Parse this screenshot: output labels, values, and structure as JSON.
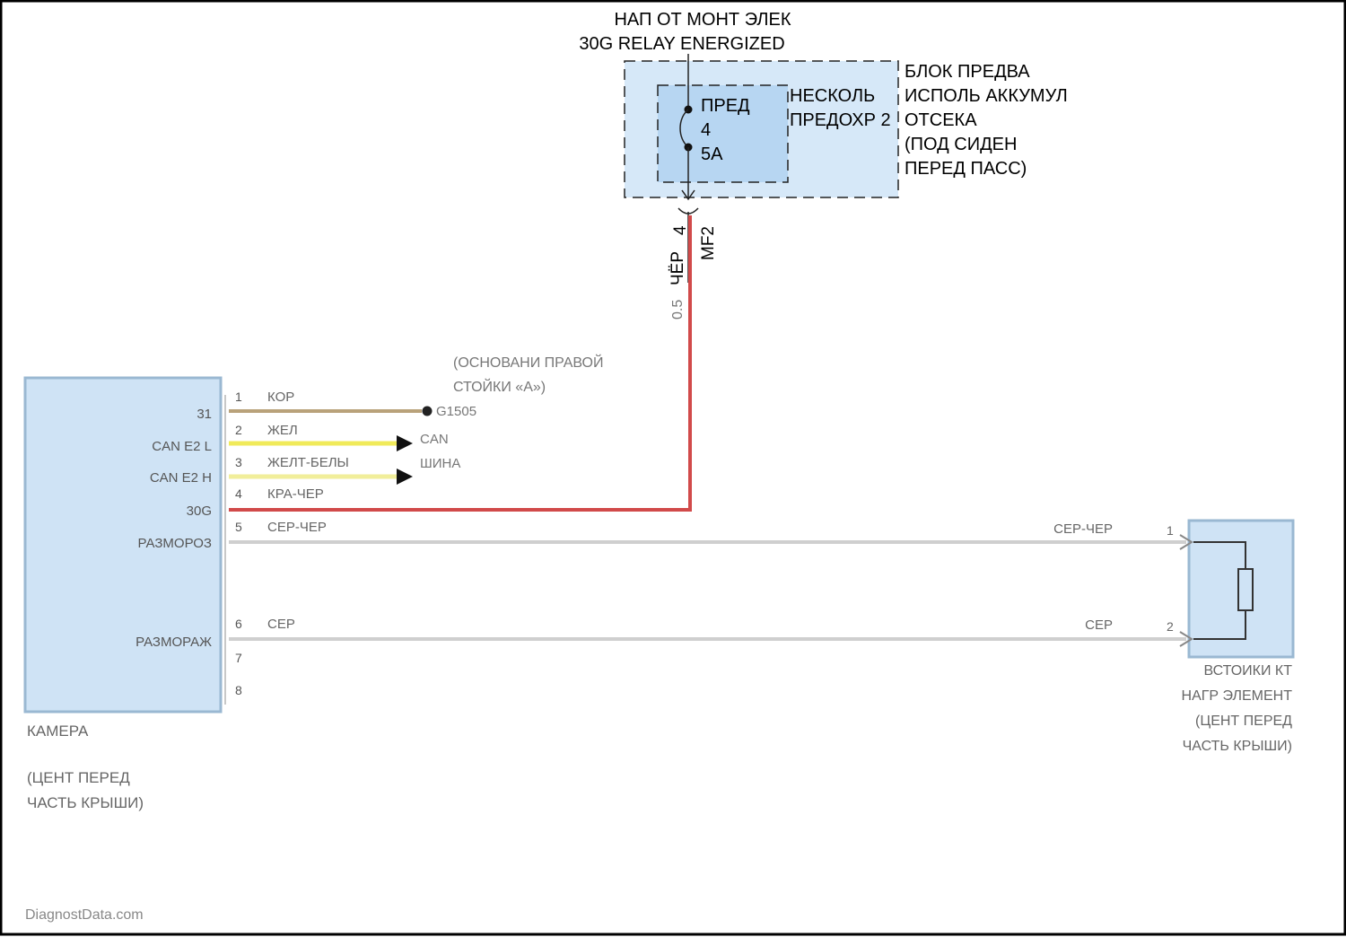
{
  "header": {
    "supply_line1": "НАП ОТ МОНТ ЭЛЕК",
    "supply_line2": "30G RELAY ENERGIZED"
  },
  "fuse_block": {
    "label_lines": [
      "БЛОК ПРЕДВА",
      "ИСПОЛЬ АККУМУЛ",
      "ОТСЕКА",
      "(ПОД СИДЕН",
      "ПЕРЕД ПАСС)"
    ],
    "group_label_lines": [
      "НЕСКОЛЬ",
      "ПРЕДОХР 2"
    ],
    "fuse_lines": [
      "ПРЕД",
      "4",
      "5A"
    ]
  },
  "feed_wire": {
    "pin": "4",
    "connector": "MF2",
    "color_label": "ЧЁР",
    "wire_size": "0.5"
  },
  "camera": {
    "name": "КАМЕРА",
    "location_lines": [
      "(ЦЕНТ ПЕРЕД",
      "ЧАСТЬ КРЫШИ)"
    ],
    "pins": [
      {
        "num": "1",
        "signal": "31",
        "wire": "КОР"
      },
      {
        "num": "2",
        "signal": "CAN E2 L",
        "wire": "ЖЕЛ"
      },
      {
        "num": "3",
        "signal": "CAN E2 H",
        "wire": "ЖЕЛТ-БЕЛЫ"
      },
      {
        "num": "4",
        "signal": "30G",
        "wire": "КРА-ЧЕР"
      },
      {
        "num": "5",
        "signal": "РАЗМОРОЗ",
        "wire": "СЕР-ЧЕР"
      },
      {
        "num": "6",
        "signal": "РАЗМОРАЖ",
        "wire": "СЕР"
      },
      {
        "num": "7",
        "signal": "",
        "wire": ""
      },
      {
        "num": "8",
        "signal": "",
        "wire": ""
      }
    ]
  },
  "ground": {
    "label_lines": [
      "(ОСНОВАНИ ПРАВОЙ",
      "СТОЙКИ «A»)"
    ],
    "id": "G1505"
  },
  "can_bus": {
    "label_lines": [
      "CAN",
      "ШИНА"
    ]
  },
  "heater": {
    "name_lines": [
      "ВСТОИКИ КТ",
      "НАГР ЭЛЕМЕНТ",
      "(ЦЕНТ ПЕРЕД",
      "ЧАСТЬ КРЫШИ)"
    ],
    "pin_top": "1",
    "pin_bottom": "2",
    "wire_top": "СЕР-ЧЕР",
    "wire_bottom": "СЕР"
  },
  "watermark": "DiagnostData.com",
  "colors": {
    "module_fill": "#cfe3f5",
    "module_stroke": "#9ab8d2",
    "fuse_box_fill": "#d6e8f8",
    "fuse_fill": "#b7d6f2",
    "wire_red": "#d14a4a",
    "wire_brown": "#b9a27a",
    "wire_yellow": "#f0ea5a",
    "wire_yellow_white": "#f1ee9a",
    "wire_grey": "#cfcfcf",
    "text": "#111111"
  }
}
